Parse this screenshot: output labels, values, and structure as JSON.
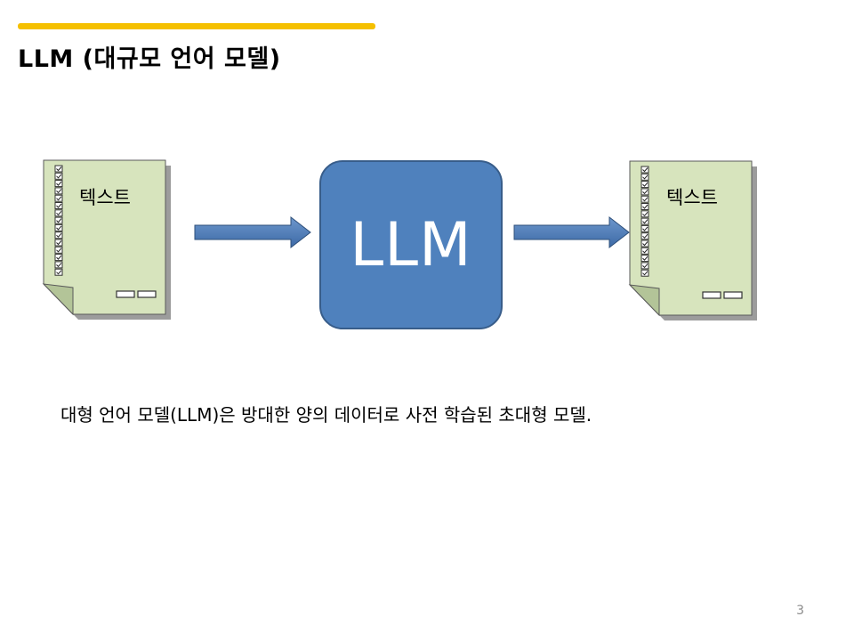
{
  "slide": {
    "title": "LLM (대규모 언어 모델)",
    "page_number": "3",
    "accent_color": "#f5c000"
  },
  "diagram": {
    "input_document": {
      "label": "텍스트",
      "icon": "document-checklist-icon",
      "fill": "#d7e4bd"
    },
    "model_box": {
      "label": "LLM",
      "fill": "#4f81bd"
    },
    "output_document": {
      "label": "텍스트",
      "icon": "document-checklist-icon",
      "fill": "#d7e4bd"
    },
    "arrow_color": "#4f81bd"
  },
  "caption": "대형 언어 모델(LLM)은 방대한 양의 데이터로 사전 학습된 초대형 모델."
}
